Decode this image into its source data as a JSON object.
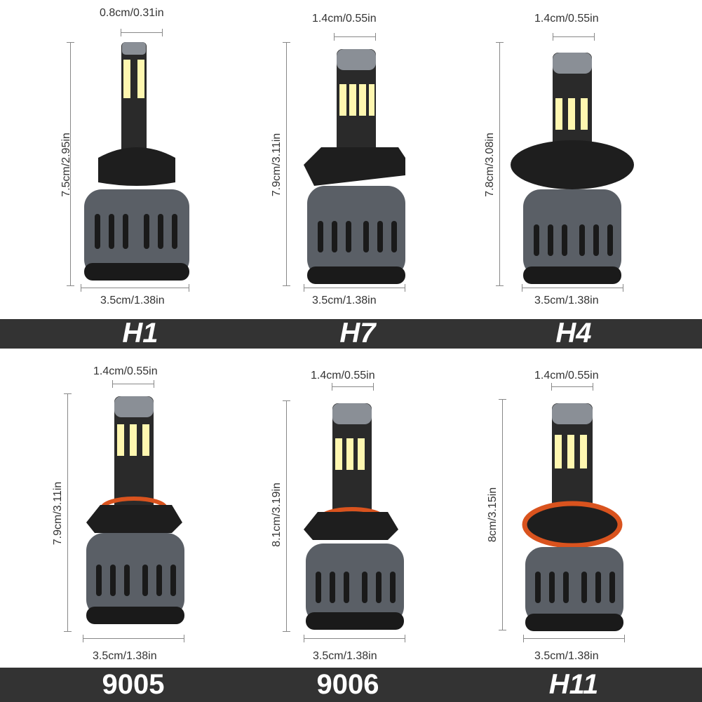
{
  "bulbs": [
    {
      "name": "H1",
      "height": "7.5cm/2.95in",
      "top": "0.8cm/0.31in",
      "bottom": "3.5cm/1.38in"
    },
    {
      "name": "H7",
      "height": "7.9cm/3.11in",
      "top": "1.4cm/0.55in",
      "bottom": "3.5cm/1.38in"
    },
    {
      "name": "H4",
      "height": "7.8cm/3.08in",
      "top": "1.4cm/0.55in",
      "bottom": "3.5cm/1.38in"
    },
    {
      "name": "9005",
      "height": "7.9cm/3.11in",
      "top": "1.4cm/0.55in",
      "bottom": "3.5cm/1.38in"
    },
    {
      "name": "9006",
      "height": "8.1cm/3.19in",
      "top": "1.4cm/0.55in",
      "bottom": "3.5cm/1.38in"
    },
    {
      "name": "H11",
      "height": "8cm/3.15in",
      "top": "1.4cm/0.55in",
      "bottom": "3.5cm/1.38in"
    }
  ],
  "colors": {
    "bar": "#333333",
    "led": "#fff7b0",
    "oring": "#d9531e",
    "body": "#5a5f66"
  }
}
